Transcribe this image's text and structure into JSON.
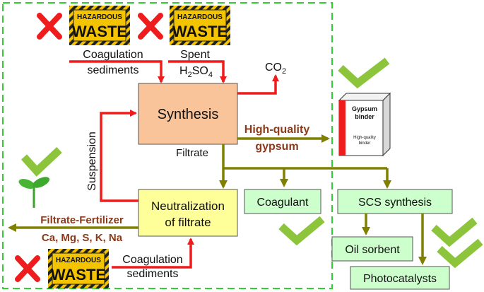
{
  "colors": {
    "red": "#ee1c1c",
    "olive": "#808000",
    "green_check": "#8cc43c",
    "dashed_border": "#33cc33",
    "brown_text": "#8b3a1a",
    "synthesis_fill": "#f9c49a",
    "yellow_fill": "#ffff99",
    "green_fill": "#ccffcc"
  },
  "hazard_badges": [
    {
      "top": "HAZARDOUS",
      "main": "WASTE"
    },
    {
      "top": "HAZARDOUS",
      "main": "WASTE"
    },
    {
      "top": "HAZARDOUS",
      "main": "WASTE"
    }
  ],
  "inputs": {
    "coag1_line1": "Coagulation",
    "coag1_line2": "sediments",
    "spent": "Spent",
    "h2so4_main": "H",
    "h2so4_sub1": "2",
    "h2so4_mid": "SO",
    "h2so4_sub2": "4",
    "coag2_line1": "Coagulation",
    "coag2_line2": "sediments"
  },
  "co2": {
    "main": "CO",
    "sub": "2"
  },
  "boxes": {
    "synthesis": "Synthesis",
    "neutralization_line1": "Neutralization",
    "neutralization_line2": "of filtrate",
    "coagulant": "Coagulant",
    "scs": "SCS synthesis",
    "oil": "Oil sorbent",
    "photo": "Photocatalysts"
  },
  "labels": {
    "filtrate": "Filtrate",
    "suspension": "Suspension",
    "hq_line1": "High-quality",
    "hq_line2": "gypsum",
    "ff_line1": "Filtrate-Fertilizer",
    "ff_line2": "Ca, Mg, S, K, Na"
  },
  "gypsum_box": {
    "title_line1": "Gypsum",
    "title_line2": "binder",
    "sub_line1": "High-quality",
    "sub_line2": "binder"
  },
  "icons": [
    "red-x-icon",
    "hazard-sign-icon",
    "green-check-icon",
    "sprout-icon",
    "gypsum-box-icon"
  ]
}
